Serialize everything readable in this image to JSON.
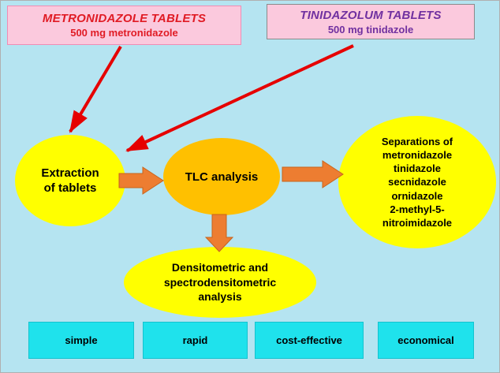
{
  "diagram": {
    "sources": [
      {
        "title": "METRONIDAZOLE TABLETS",
        "subtitle": "500 mg metronidazole"
      },
      {
        "title": "TINIDAZOLUM TABLETS",
        "subtitle": "500 mg tinidazole"
      }
    ],
    "nodes": {
      "extraction": "Extraction\nof tablets",
      "tlc": "TLC analysis",
      "separations": "Separations of\nmetronidazole\ntinidazole\nsecnidazole\nornidazole\n2-methyl-5-\nnitroimidazole",
      "densitometric": "Densitometric and\nspectrodensitometric\nanalysis"
    },
    "benefits": [
      "simple",
      "rapid",
      "cost-effective",
      "economical"
    ],
    "colors": {
      "background": "#b5e4f1",
      "source_box_fill": "#fbc9dd",
      "metronidazole_text": "#e01b24",
      "tinidazole_text": "#7030a0",
      "node_yellow": "#ffff00",
      "node_orange": "#ffc000",
      "flow_arrow": "#ed7d31",
      "pointer_arrow": "#e60000",
      "benefit_fill": "#1fe2ec"
    }
  }
}
